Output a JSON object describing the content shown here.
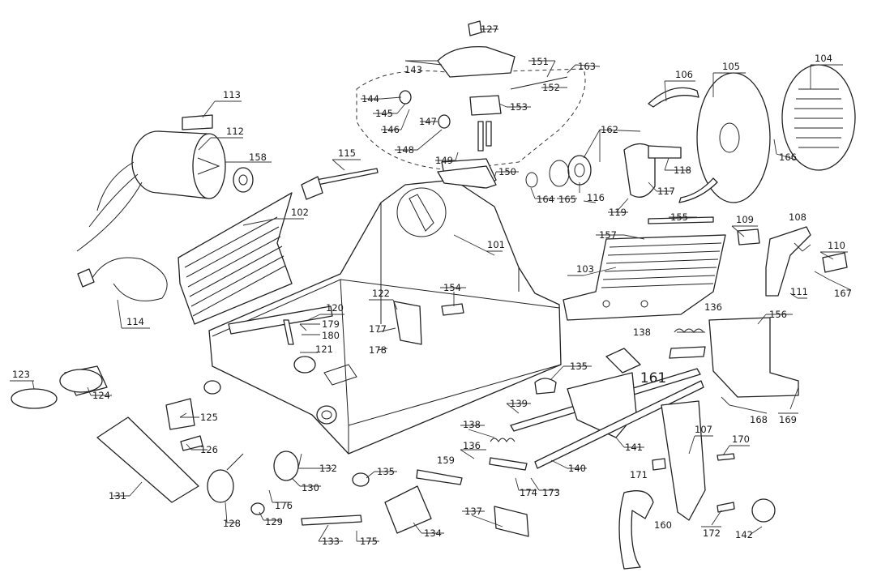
{
  "labels": {
    "n101": "101",
    "n102": "102",
    "n103": "103",
    "n104": "104",
    "n105": "105",
    "n106": "106",
    "n107": "107",
    "n108": "108",
    "n109": "109",
    "n110": "110",
    "n111": "111",
    "n112": "112",
    "n113": "113",
    "n114": "114",
    "n115": "115",
    "n116": "116",
    "n117": "117",
    "n118": "118",
    "n119": "119",
    "n120": "120",
    "n121": "121",
    "n122": "122",
    "n123": "123",
    "n124": "124",
    "n125": "125",
    "n126": "126",
    "n127": "127",
    "n128": "128",
    "n129": "129",
    "n130": "130",
    "n131": "131",
    "n132": "132",
    "n133": "133",
    "n134": "134",
    "n135a": "135",
    "n135b": "135",
    "n136a": "136",
    "n136b": "136",
    "n137": "137",
    "n138a": "138",
    "n138b": "138",
    "n139": "139",
    "n140": "140",
    "n141": "141",
    "n142": "142",
    "n143": "143",
    "n144": "144",
    "n145": "145",
    "n146": "146",
    "n147": "147",
    "n148": "148",
    "n149": "149",
    "n150": "150",
    "n151": "151",
    "n152": "152",
    "n153": "153",
    "n154": "154",
    "n155": "155",
    "n156": "156",
    "n157": "157",
    "n158": "158",
    "n159": "159",
    "n160": "160",
    "n161": "161",
    "n162": "162",
    "n163": "163",
    "n164": "164",
    "n165": "165",
    "n166": "166",
    "n167": "167",
    "n168": "168",
    "n169": "169",
    "n170": "170",
    "n171": "171",
    "n172": "172",
    "n173": "173",
    "n174": "174",
    "n175": "175",
    "n176": "176",
    "n177": "177",
    "n178": "178",
    "n179": "179",
    "n180": "180"
  }
}
